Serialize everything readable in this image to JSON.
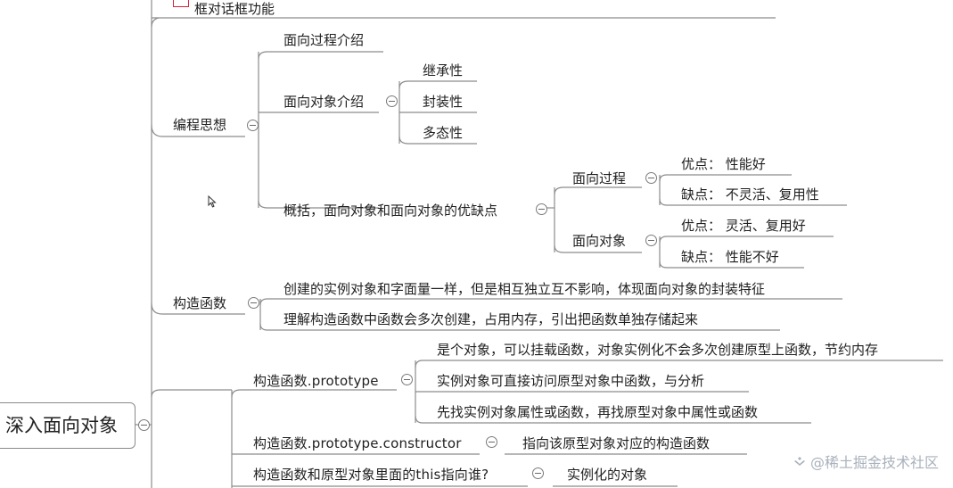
{
  "root": {
    "label": "深入面向对象"
  },
  "top_cut": {
    "label": "框对话框功能"
  },
  "branches": {
    "paradigm": {
      "label": "编程思想",
      "procedural_intro": "面向过程介绍",
      "oop_intro": {
        "label": "面向对象介绍",
        "traits": [
          "继承性",
          "封装性",
          "多态性"
        ]
      },
      "summary": {
        "label": "概括，面向对象和面向对象的优缺点",
        "procedural": {
          "label": "面向过程",
          "pros": "优点：  性能好",
          "cons": "缺点：  不灵活、复用性"
        },
        "object": {
          "label": "面向对象",
          "pros": "优点：  灵活、复用好",
          "cons": "缺点：  性能不好"
        }
      }
    },
    "constructor": {
      "label": "构造函数",
      "notes": [
        "创建的实例对象和字面量一样，但是相互独立互不影响，体现面向对象的封装特征",
        "理解构造函数中函数会多次创建，占用内存，引出把函数单独存储起来"
      ]
    },
    "prototype": {
      "label": "构造函数.prototype",
      "notes": [
        "是个对象，可以挂载函数，对象实例化不会多次创建原型上函数，节约内存",
        "实例对象可直接访问原型对象中函数，与分析",
        "先找实例对象属性或函数，再找原型对象中属性或函数"
      ]
    },
    "prototype_constructor": {
      "label": "构造函数.prototype.constructor",
      "note": "指向该原型对象对应的构造函数"
    },
    "this_binding": {
      "label": "构造函数和原型对象里面的this指向谁?",
      "note": "实例化的对象"
    }
  },
  "watermark": {
    "text": "@稀土掘金技术社区"
  },
  "colors": {
    "line": "#8c8c8c",
    "marker": "#d6243a",
    "watermark": "#a9b1bb"
  }
}
